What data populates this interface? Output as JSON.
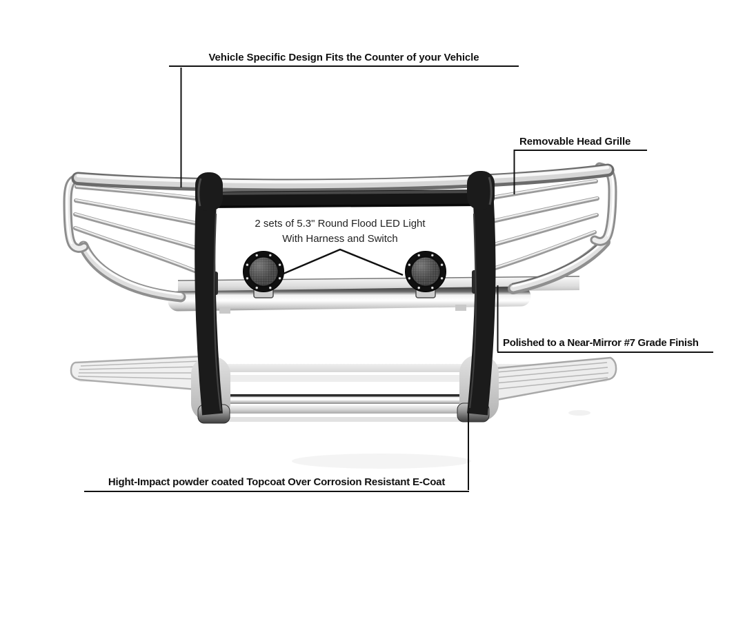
{
  "image_type": "annotated-product-diagram",
  "background": "#ffffff",
  "text_color": "#111111",
  "callout_line_color": "#111111",
  "product": {
    "name": "grille-guard-with-led-flood-lights",
    "materials": {
      "chrome": "#d9d9d9",
      "powder_coat_black": "#1b1b1b"
    }
  },
  "annotations": {
    "top": {
      "text": "Vehicle Specific Design Fits the Counter of your Vehicle"
    },
    "right_upper": {
      "text": "Removable Head Grille"
    },
    "center": {
      "line1": "2 sets of 5.3\" Round Flood LED Light",
      "line2": "With Harness and Switch"
    },
    "right_lower": {
      "text": "Polished to a Near-Mirror #7 Grade Finish"
    },
    "bottom": {
      "text": "Hight-Impact powder coated Topcoat Over Corrosion Resistant E-Coat"
    }
  }
}
